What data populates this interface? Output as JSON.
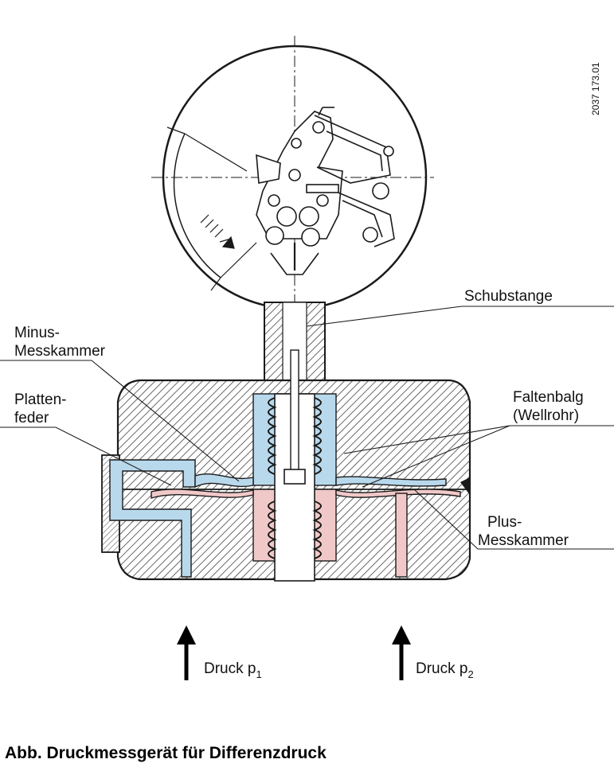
{
  "figure_id": "2037 173.01",
  "labels": {
    "schubstange": "Schubstange",
    "minus_line1": "Minus-",
    "minus_line2": "Messkammer",
    "platten_line1": "Platten-",
    "platten_line2": "feder",
    "faltenbalg_line1": "Faltenbalg",
    "faltenbalg_line2": "(Wellrohr)",
    "plus_line1": "Plus-",
    "plus_line2": "Messkammer"
  },
  "pressure": {
    "p1_text": "Druck p",
    "p1_sub": "1",
    "p2_text": "Druck p",
    "p2_sub": "2"
  },
  "caption": "Abb. Druckmessgerät für Differenzdruck",
  "colors": {
    "minus_chamber": "#b8d8ec",
    "plus_chamber": "#f1c8c8",
    "hatch": "#444444",
    "outline": "#1a1a1a"
  }
}
